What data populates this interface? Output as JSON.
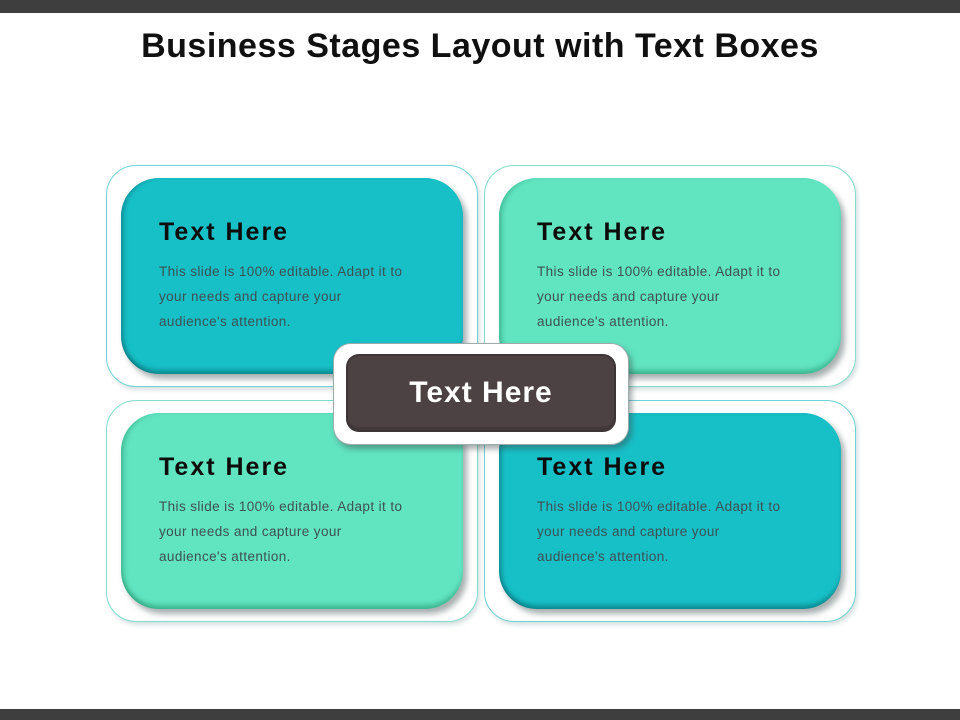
{
  "title": "Business Stages Layout with Text Boxes",
  "center": {
    "label": "Text Here"
  },
  "boxes": [
    {
      "position": "top-left",
      "variant": "teal",
      "heading": "Text Here",
      "body_lines": [
        "This slide is 100% editable. Adapt it to",
        "your needs and capture your",
        "audience's attention."
      ]
    },
    {
      "position": "top-right",
      "variant": "mint",
      "heading": "Text Here",
      "body_lines": [
        "This slide is 100% editable. Adapt it to",
        "your needs and capture your",
        "audience's attention."
      ]
    },
    {
      "position": "bottom-left",
      "variant": "mint",
      "heading": "Text Here",
      "body_lines": [
        "This slide is 100% editable. Adapt it to",
        "your needs and capture your",
        "audience's attention."
      ]
    },
    {
      "position": "bottom-right",
      "variant": "teal",
      "heading": "Text Here",
      "body_lines": [
        "This slide is 100% editable. Adapt it to",
        "your needs and capture your",
        "audience's attention."
      ]
    }
  ],
  "colors": {
    "teal": "#17c0c7",
    "mint": "#61e4c0",
    "dark_box": "#4c4143",
    "bar": "#3e3e3e",
    "outline_teal": "#6fd2d6",
    "outline_mint": "#82dcca"
  }
}
